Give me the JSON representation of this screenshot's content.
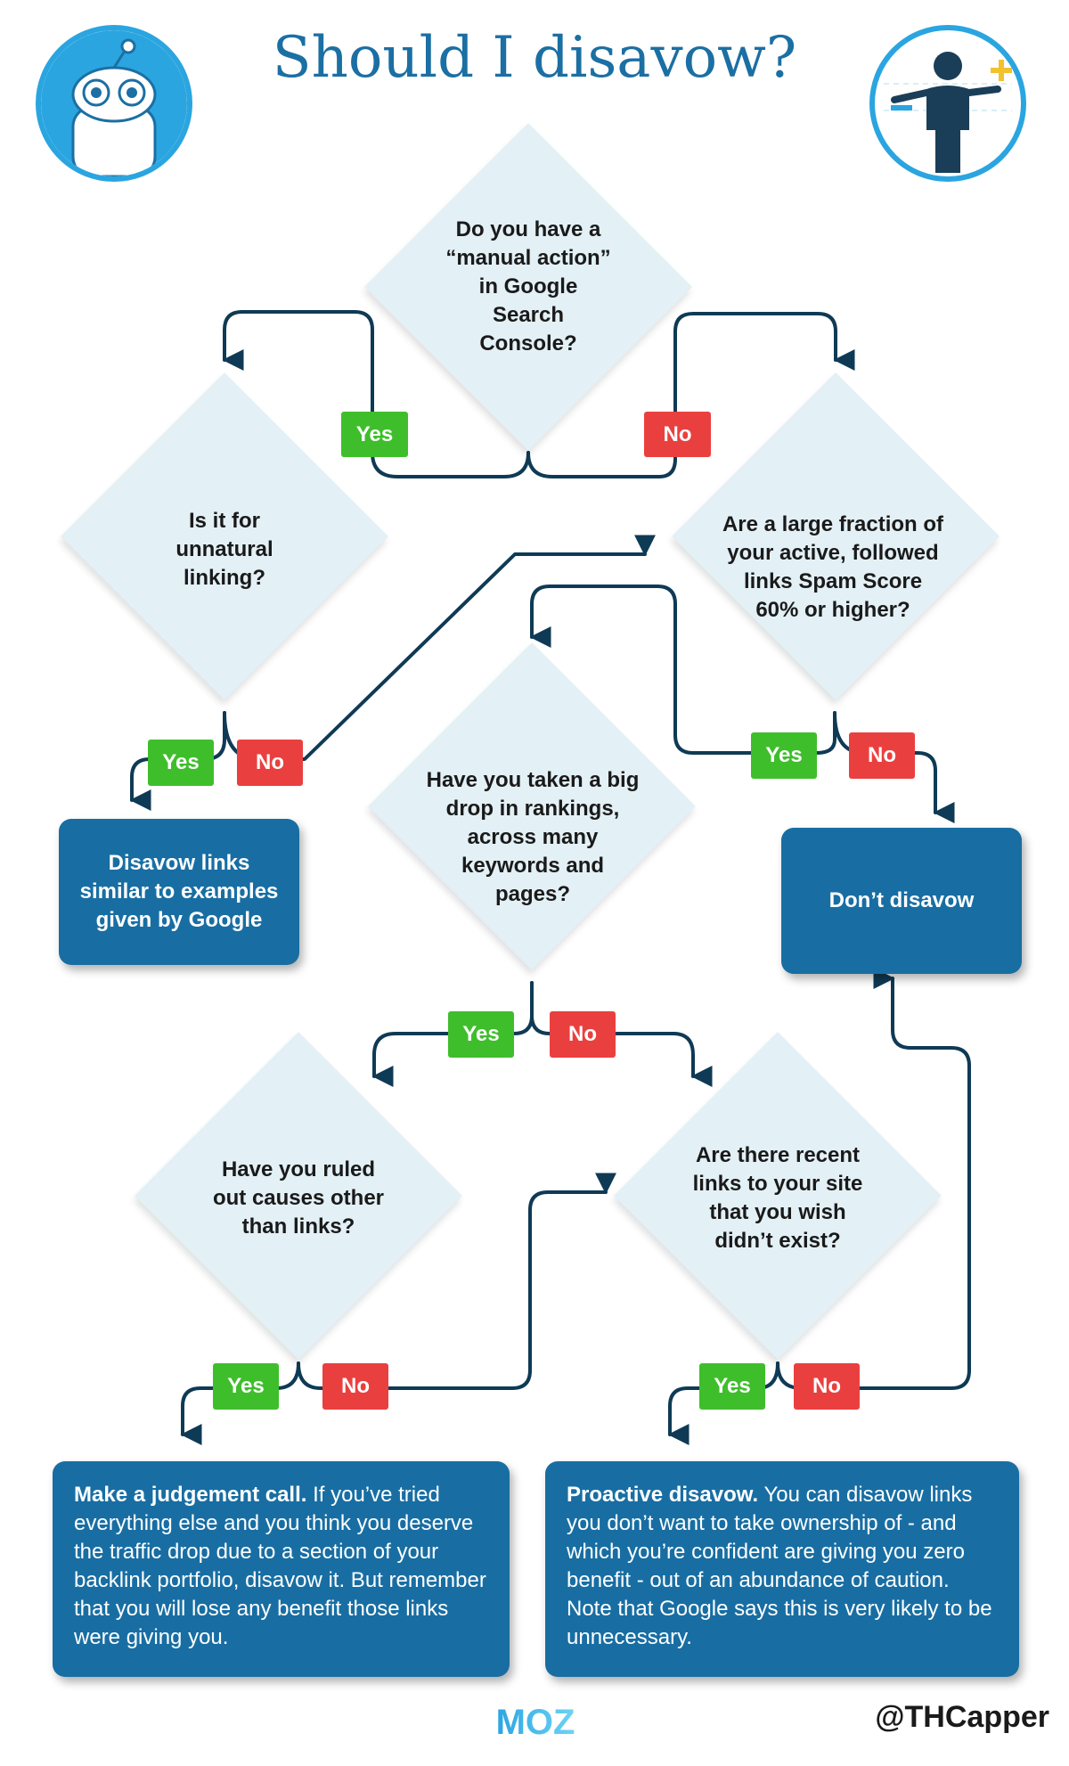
{
  "title": "Should I disavow?",
  "colors": {
    "title": "#1b6fa3",
    "diamond_fill": "#e3f0f6",
    "box_fill": "#186ea3",
    "arrow": "#0f3a55",
    "yes_tag": "#3fbe2c",
    "no_tag": "#e9403f",
    "badge_ring": "#2aa5e0"
  },
  "icons": {
    "left_badge": "robot-mascot-icon",
    "right_badge": "person-weighing-plus-minus-icon"
  },
  "questions": {
    "manual_action": "Do you have a “manual action” in Google Search Console?",
    "unnatural_linking": "Is it for unnatural linking?",
    "spam_score": "Are a large fraction of your active, followed links Spam Score 60% or higher?",
    "big_drop": "Have you taken a big drop in rankings, across many keywords and pages?",
    "ruled_out": "Have you ruled out causes other than links?",
    "recent_links": "Are there recent links to your site that you wish didn’t exist?"
  },
  "outcomes": {
    "disavow_google_examples": "Disavow links similar to examples given by Google",
    "dont_disavow": "Don’t disavow",
    "judgement_call_title": "Make a judgement call.",
    "judgement_call_body": " If you’ve tried everything else and you think you deserve the traffic drop due to a section of your backlink portfolio, disavow it. But remember that you will lose any benefit those links were  giving you.",
    "proactive_title": "Proactive disavow.",
    "proactive_body": " You can disavow links you don’t want to take ownership of - and which you’re confident are giving you zero benefit - out of an abundance of caution. Note that Google says this is very likely to be unnecessary."
  },
  "labels": {
    "yes": "Yes",
    "no": "No"
  },
  "footer": {
    "logo": "MOZ",
    "handle": "@THCapper"
  }
}
